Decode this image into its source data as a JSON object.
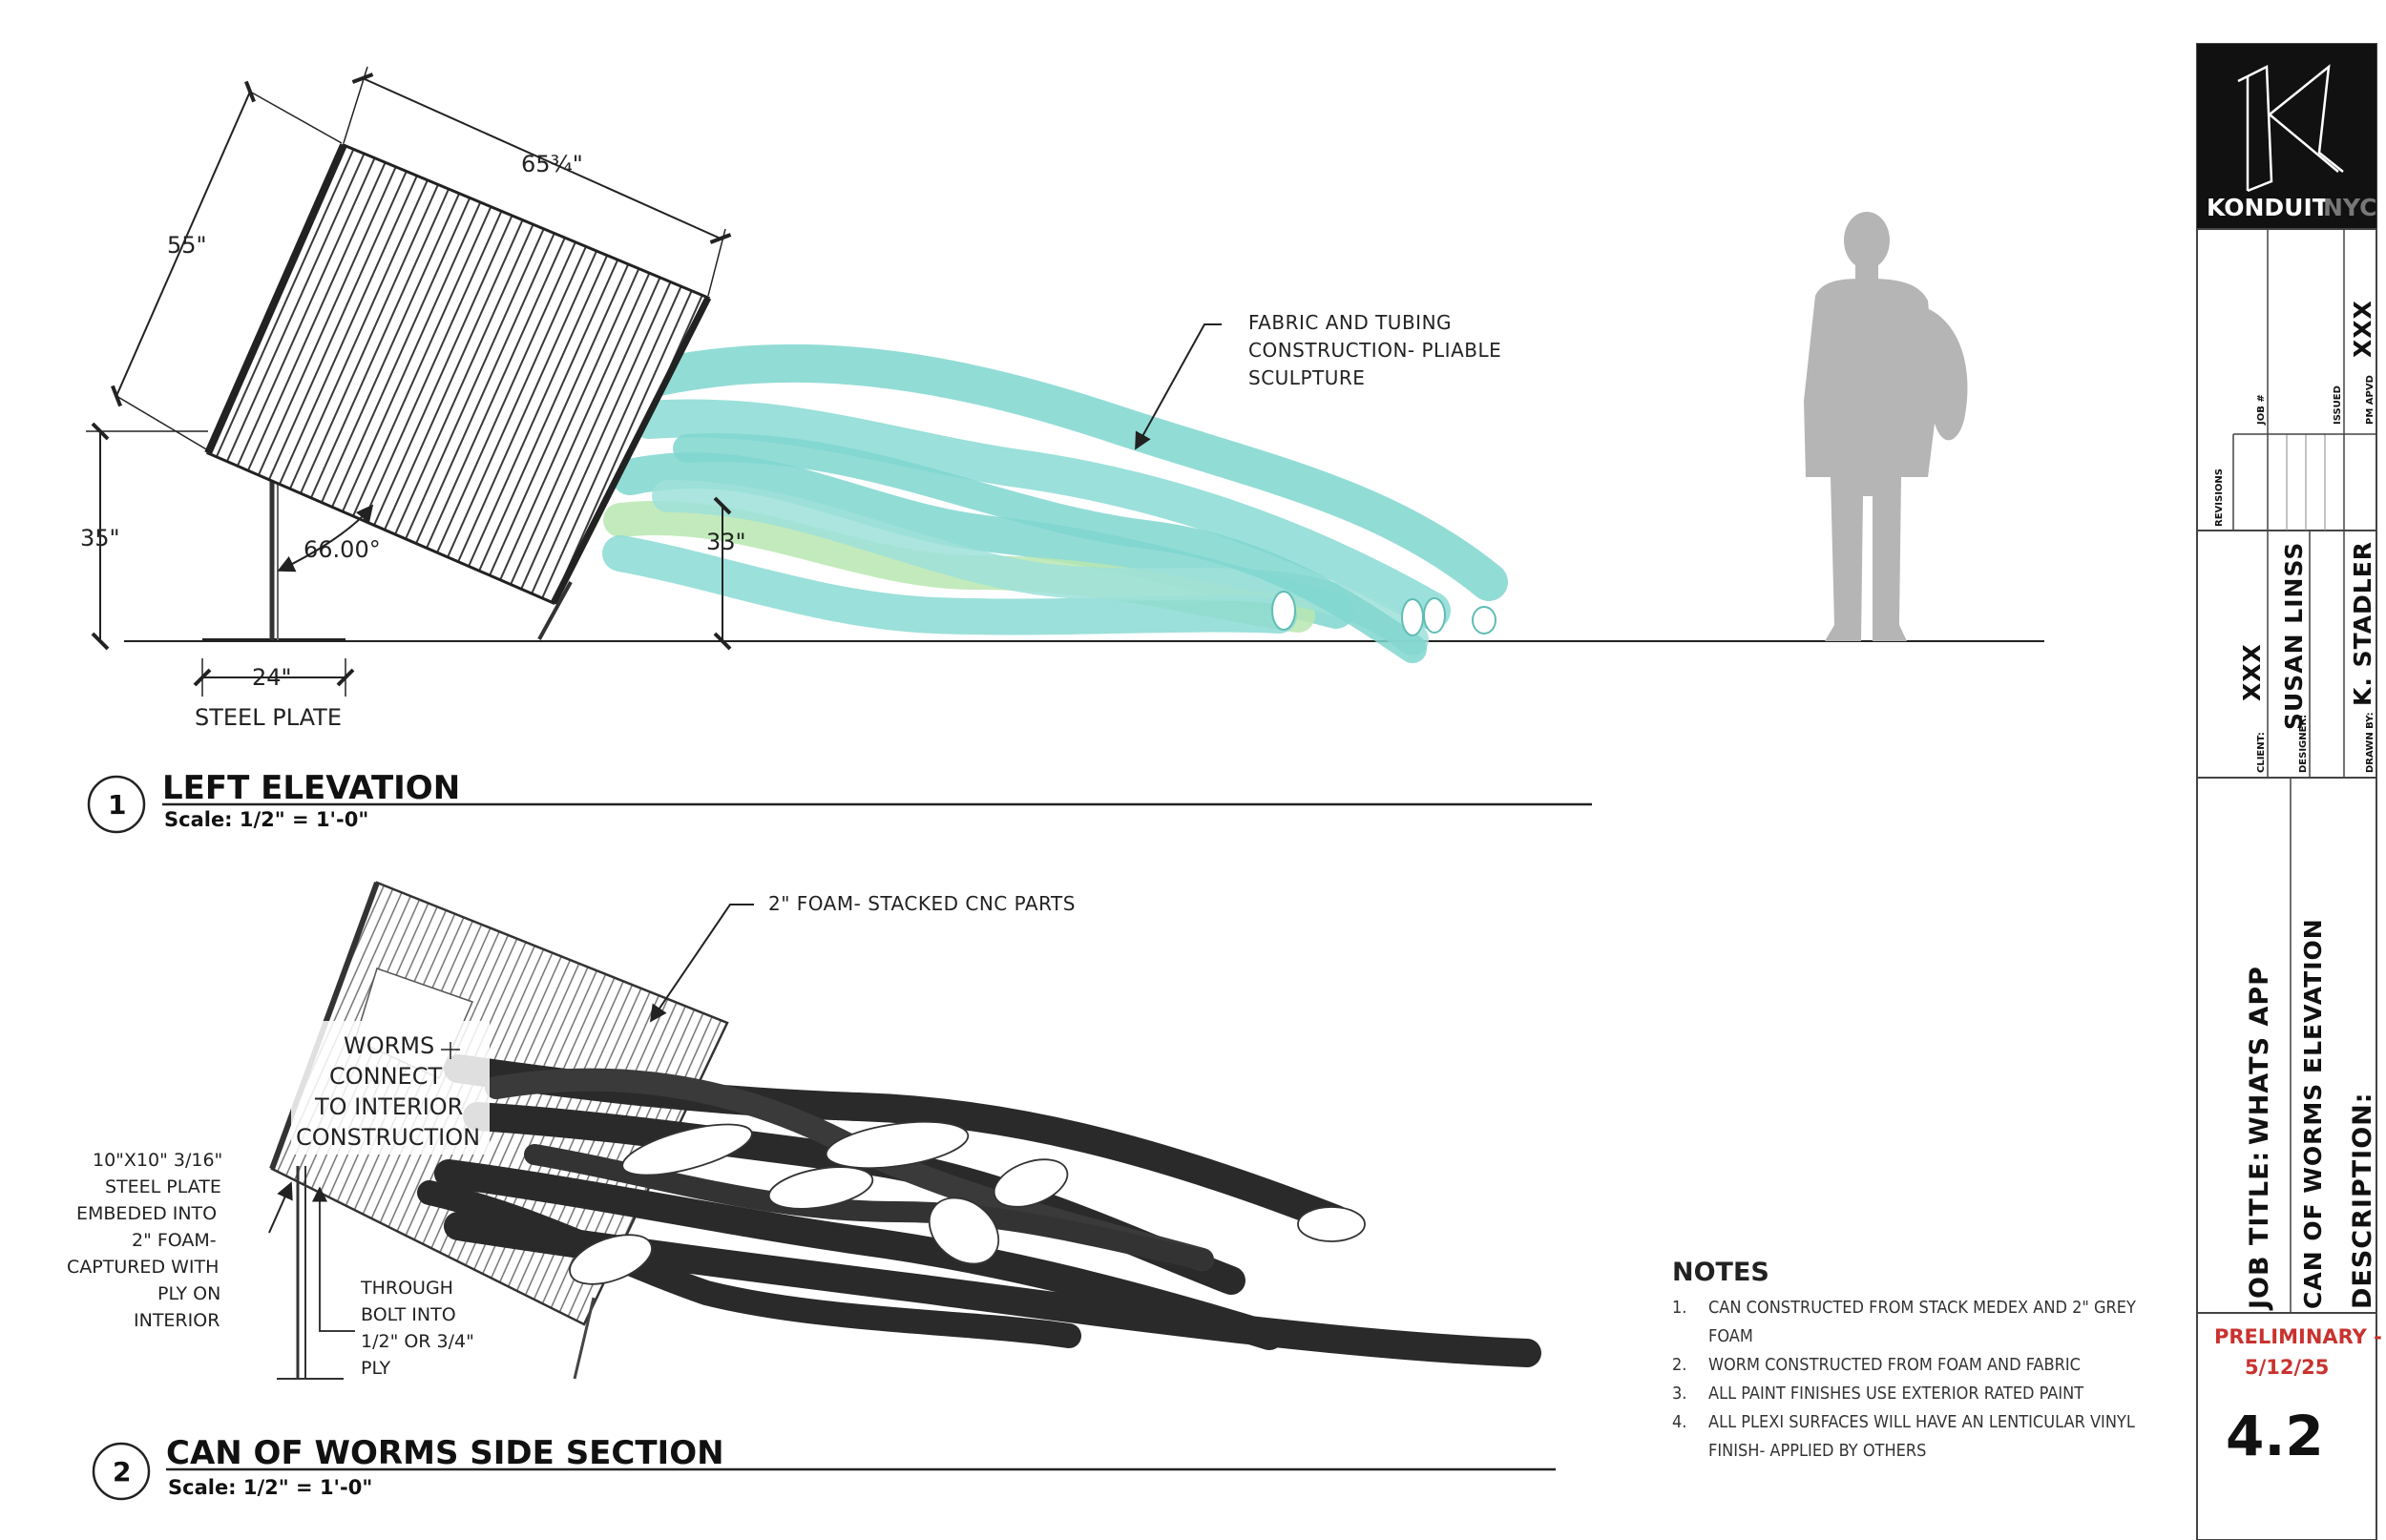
{
  "colors": {
    "ink": "#222222",
    "worm_teal": "#7fd6cf",
    "worm_green": "#b8e6b0",
    "worm_dark": "#2a2a2a",
    "person_gray": "#b5b5b5",
    "prelim_red": "#c8332f",
    "brand_bg": "#111111"
  },
  "view1": {
    "number": "1",
    "title": "LEFT ELEVATION",
    "scale": "Scale: 1/2\" = 1'-0\"",
    "dim_top": "65¾\"",
    "dim_side": "55\"",
    "dim_height": "35\"",
    "dim_angle": "66.00°",
    "dim_worm_height": "33\"",
    "dim_plate": "24\"",
    "plate_label": "STEEL PLATE",
    "callout_line1": "FABRIC AND TUBING",
    "callout_line2": "CONSTRUCTION- PLIABLE",
    "callout_line3": "SCULPTURE"
  },
  "view2": {
    "number": "2",
    "title": "CAN OF WORMS SIDE SECTION",
    "scale": "Scale: 1/2\" = 1'-0\"",
    "foam_callout": "2\" FOAM- STACKED CNC PARTS",
    "worms_line1": "WORMS",
    "worms_line2": "CONNECT",
    "worms_line3": "TO INTERIOR",
    "worms_line4": "CONSTRUCTION",
    "plate_line1": "10\"X10\" 3/16\"",
    "plate_line2": "STEEL PLATE",
    "plate_line3": "EMBEDED INTO",
    "plate_line4": "2\" FOAM-",
    "plate_line5": "CAPTURED WITH",
    "plate_line6": "PLY ON",
    "plate_line7": "INTERIOR",
    "bolt_line1": "THROUGH",
    "bolt_line2": "BOLT INTO",
    "bolt_line3": "1/2\" OR 3/4\"",
    "bolt_line4": "PLY"
  },
  "notes": {
    "heading": "NOTES",
    "items": [
      {
        "num": "1.",
        "line1": "CAN CONSTRUCTED FROM STACK MEDEX AND 2\" GREY",
        "line2": "FOAM"
      },
      {
        "num": "2.",
        "line1": "WORM CONSTRUCTED FROM FOAM AND FABRIC",
        "line2": ""
      },
      {
        "num": "3.",
        "line1": "ALL PAINT FINISHES USE EXTERIOR RATED PAINT",
        "line2": ""
      },
      {
        "num": "4.",
        "line1": "ALL PLEXI SURFACES WILL HAVE AN LENTICULAR VINYL",
        "line2": "FINISH- APPLIED BY OTHERS"
      }
    ]
  },
  "title_block": {
    "brand_a": "KONDUIT",
    "brand_b": "NYC",
    "pm_apvd_label": "PM APVD",
    "pm_apvd_value": "XXX",
    "issued_label": "ISSUED",
    "job_label": "JOB #",
    "revisions_label": "REVISIONS",
    "client_label": "CLIENT:",
    "client_value": "XXX",
    "designer_label": "DESIGNER:",
    "designer_value": "SUSAN LINSS",
    "drawn_label": "DRAWN BY:",
    "drawn_value": "K. STADLER",
    "job_title_label": "JOB TITLE:",
    "job_title_value": "WHATS APP",
    "description_value": "CAN OF WORMS ELEVATION",
    "description_label": "DESCRIPTION:",
    "status_line1": "PRELIMINARY -",
    "status_line2": "5/12/25",
    "sheet_number": "4.2"
  }
}
